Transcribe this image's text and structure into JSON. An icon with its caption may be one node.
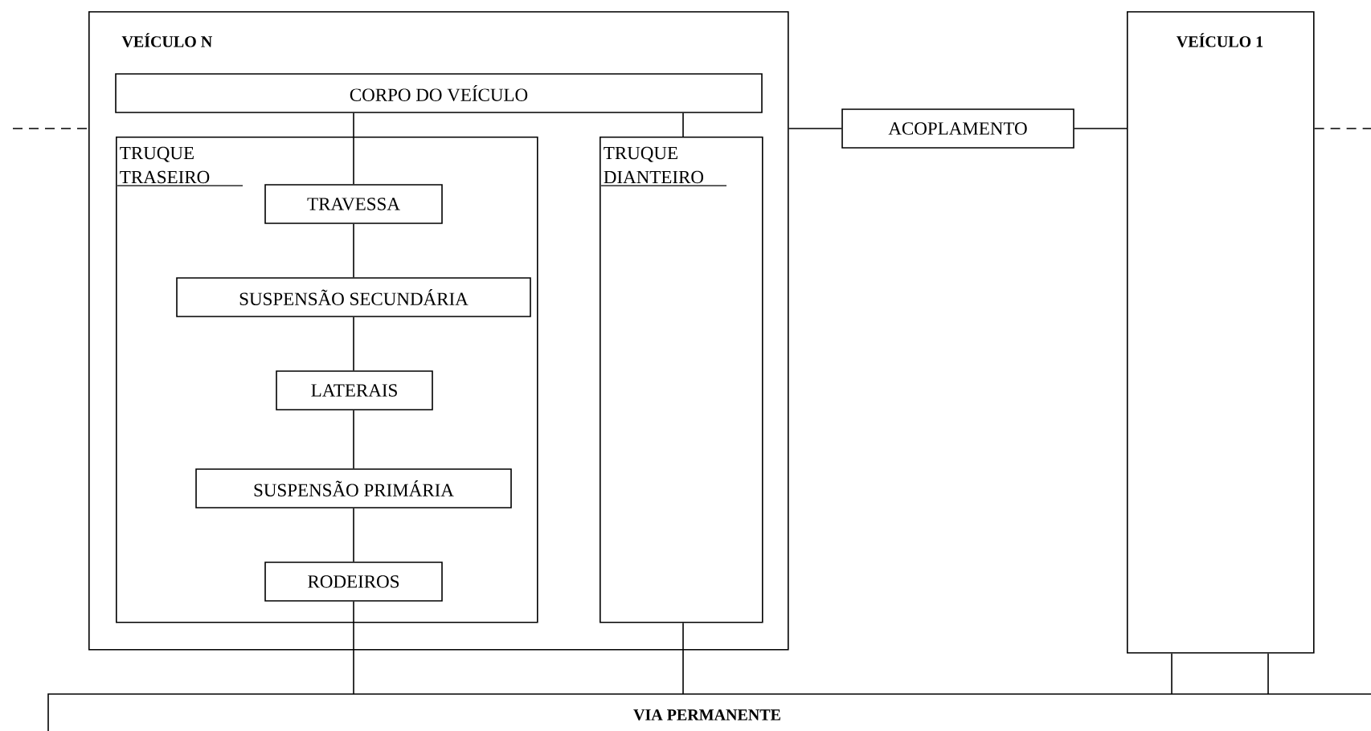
{
  "diagram": {
    "nodes": [
      {
        "text": [
          "VEÍCULO N"
        ]
      },
      {
        "text": [
          "CORPO DO VEÍCULO"
        ],
        "in": 0
      },
      {
        "text": [
          "TRUQUE TRASEIRO"
        ],
        "in": 0
      },
      {
        "text": [
          "TRAVESSA"
        ],
        "in": 2
      },
      {
        "text": [
          "SUSPENSÃO SECUNDÁRIA"
        ],
        "in": 2
      },
      {
        "text": [
          "LATERAIS"
        ],
        "in": 2
      },
      {
        "text": [
          "SUSPENSÃO PRIMÁRIA"
        ],
        "in": 2
      },
      {
        "text": [
          "RODEIROS"
        ],
        "in": 2
      },
      {
        "text": [
          "TRUQUE DIANTEIRO"
        ],
        "in": 0
      },
      {
        "text": [
          "ACOPLAMENTO"
        ]
      },
      {
        "text": [
          "VEÍCULO 1"
        ]
      },
      {
        "text": [
          "VIA PERMANENTE"
        ]
      }
    ],
    "edges": [
      {
        "from": 1,
        "to": 3,
        "arrow": "none"
      },
      {
        "from": 3,
        "to": 4,
        "arrow": "none"
      },
      {
        "from": 4,
        "to": 5,
        "arrow": "none"
      },
      {
        "from": 5,
        "to": 6,
        "arrow": "none"
      },
      {
        "from": 6,
        "to": 7,
        "arrow": "none"
      },
      {
        "from": 7,
        "to": 11,
        "arrow": "none"
      },
      {
        "from": 1,
        "to": 8,
        "arrow": "none"
      },
      {
        "from": 8,
        "to": 11,
        "arrow": "none"
      },
      {
        "from": 0,
        "to": 9,
        "arrow": "none"
      },
      {
        "from": 9,
        "to": 10,
        "arrow": "none"
      },
      {
        "from": 10,
        "to": 11,
        "arrow": "none"
      },
      {
        "from": 10,
        "to": 11,
        "arrow": "none"
      },
      {
        "from": null,
        "to": 0,
        "arrow": "none",
        "style": "dashed"
      },
      {
        "from": 10,
        "to": null,
        "arrow": "none",
        "style": "dashed"
      }
    ]
  }
}
